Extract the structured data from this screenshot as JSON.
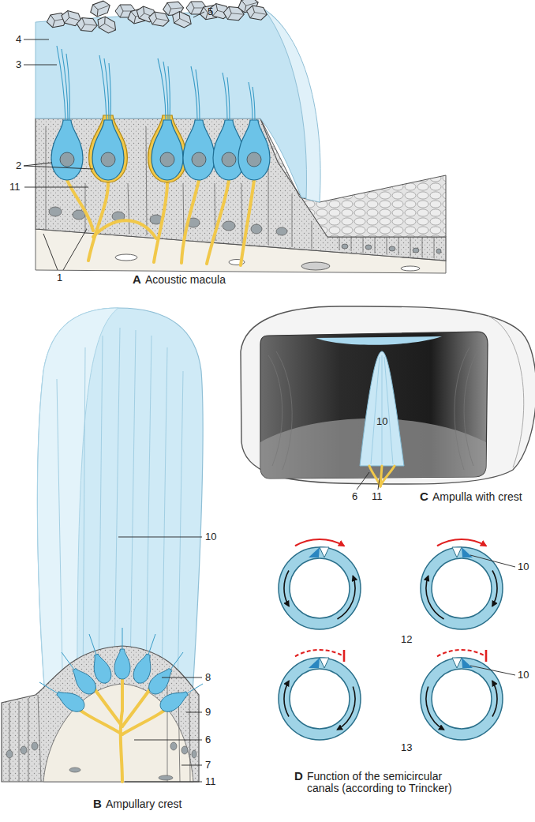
{
  "diagram": {
    "labels": [
      "5",
      "4",
      "3",
      "2",
      "11",
      "1",
      "A",
      "Acoustic macula",
      "10",
      "6",
      "11",
      "C",
      "Ampulla with crest",
      "10",
      "9",
      "8",
      "6",
      "7",
      "11",
      "B",
      "Ampullary crest",
      "10",
      "12",
      "10",
      "13",
      "D",
      "Function of the semicircular canals (according to Trincker)"
    ]
  }
}
